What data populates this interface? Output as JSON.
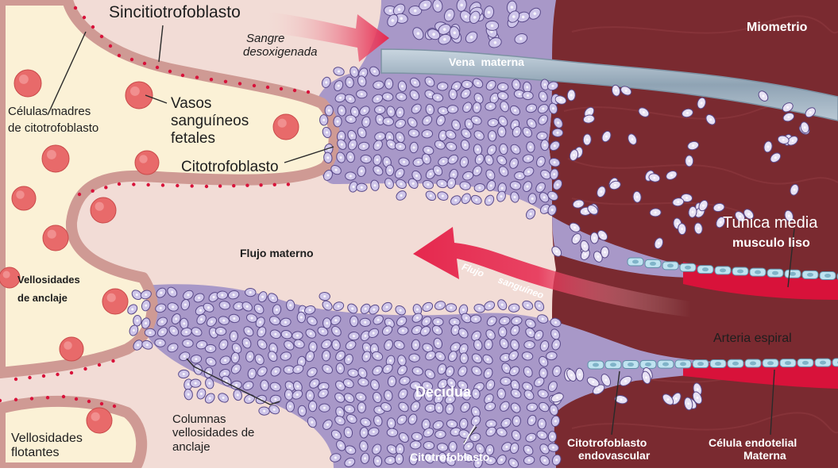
{
  "labels": {
    "sincitiotrofoblasto": "Sincitiotrofoblasto",
    "sangre_desoxigenada": [
      "Sangre",
      "desoxigenada"
    ],
    "vena_materna": "Vena  materna",
    "miometrio": "Miometrio",
    "celulas_madres": [
      "Células madres",
      "de citotrofoblasto"
    ],
    "vasos_sanguineos": [
      "Vasos",
      "sanguíneos",
      "fetales"
    ],
    "citotrofoblasto_top": "Citotrofoblasto",
    "tunica_media": "Tunica media",
    "musculo_liso": "musculo liso",
    "flujo_materno": "Flujo materno",
    "flujo_sanguineo": "Flujo      sanguíneo",
    "vellosidades_anclaje": [
      "Vellosidades",
      "de anclaje"
    ],
    "arteria_espiral": "Arteria espiral",
    "decidua": "Decidua",
    "columnas": [
      "Columnas",
      "vellosidades de",
      "anclaje"
    ],
    "vellosidades_flotantes": [
      "Vellosidades",
      "flotantes"
    ],
    "citotrofoblasto_bottom": "Citotrofoblasto",
    "citotrofoblasto_endovascular": [
      "Citotrofoblasto",
      "endovascular"
    ],
    "celula_endotelial": [
      "Célula endotelial",
      "Materna"
    ]
  },
  "colors": {
    "myometrium": "#7a2a30",
    "decidua": "#a898c8",
    "cell": "#cfc6ea",
    "villus_fill": "#fbf1d6",
    "villus_border": "#cf9a94",
    "blood_space": "#f2dcd6",
    "vessel_blood": "#d9c2c6",
    "arrow": "#e6284e",
    "vein": "#9fb2c2",
    "artery_red": "#d8123a",
    "endothelial": "#bfe3f0",
    "fetal_vessel": "#e86a6a"
  }
}
